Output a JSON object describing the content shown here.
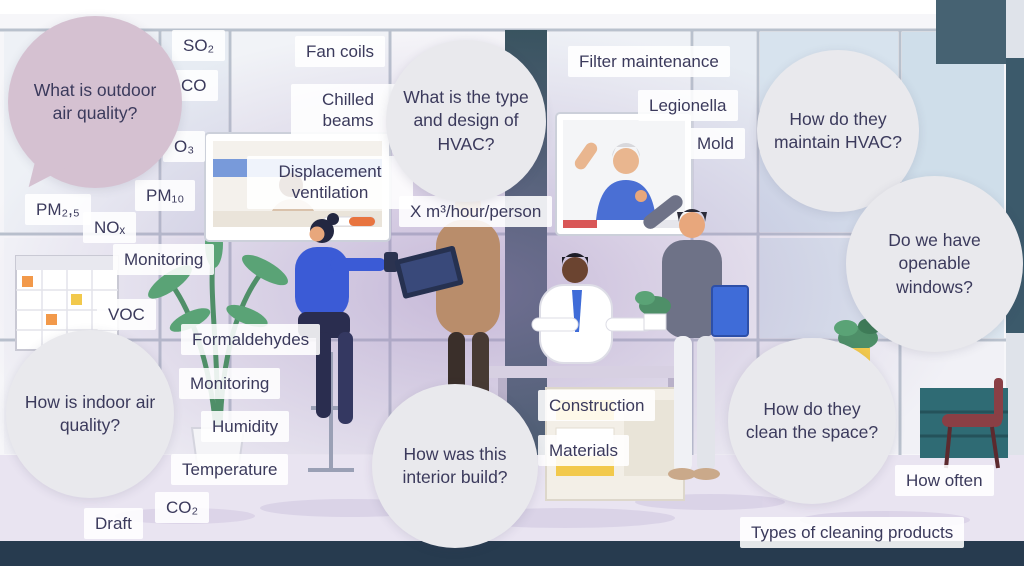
{
  "labels": {
    "so2": "SO₂",
    "co": "CO",
    "o3": "O₃",
    "pm10": "PM₁₀",
    "pm25": "PM₂,₅",
    "nox": "NOₓ",
    "monitoring_outdoor": "Monitoring",
    "voc": "VOC",
    "formaldehydes": "Formaldehydes",
    "monitoring_indoor": "Monitoring",
    "humidity": "Humidity",
    "temperature": "Temperature",
    "co2": "CO₂",
    "draft": "Draft",
    "fan_coils": "Fan coils",
    "chilled_beams": "Chilled beams",
    "displacement_ventilation": "Displacement ventilation",
    "ventilation_rate": "X m³/hour/person",
    "filter_maintenance": "Filter maintenance",
    "legionella": "Legionella",
    "mold": "Mold",
    "construction": "Construction",
    "materials": "Materials",
    "how_often": "How often",
    "cleaning_products": "Types of cleaning products"
  },
  "bubbles": {
    "outdoor_air": "What is outdoor air quality?",
    "hvac_type": "What is the type and design of HVAC?",
    "hvac_maintenance": "How do they maintain HVAC?",
    "openable_windows": "Do we have openable windows?",
    "indoor_air": "How is indoor air quality?",
    "interior_build": "How was this interior build?",
    "cleaning": "How do they clean the space?"
  },
  "colors": {
    "bubble_gray": "#e9e9ed",
    "bubble_pink": "#d5c1d1",
    "text": "#3b3a5c",
    "label_background": "#ffffff"
  }
}
